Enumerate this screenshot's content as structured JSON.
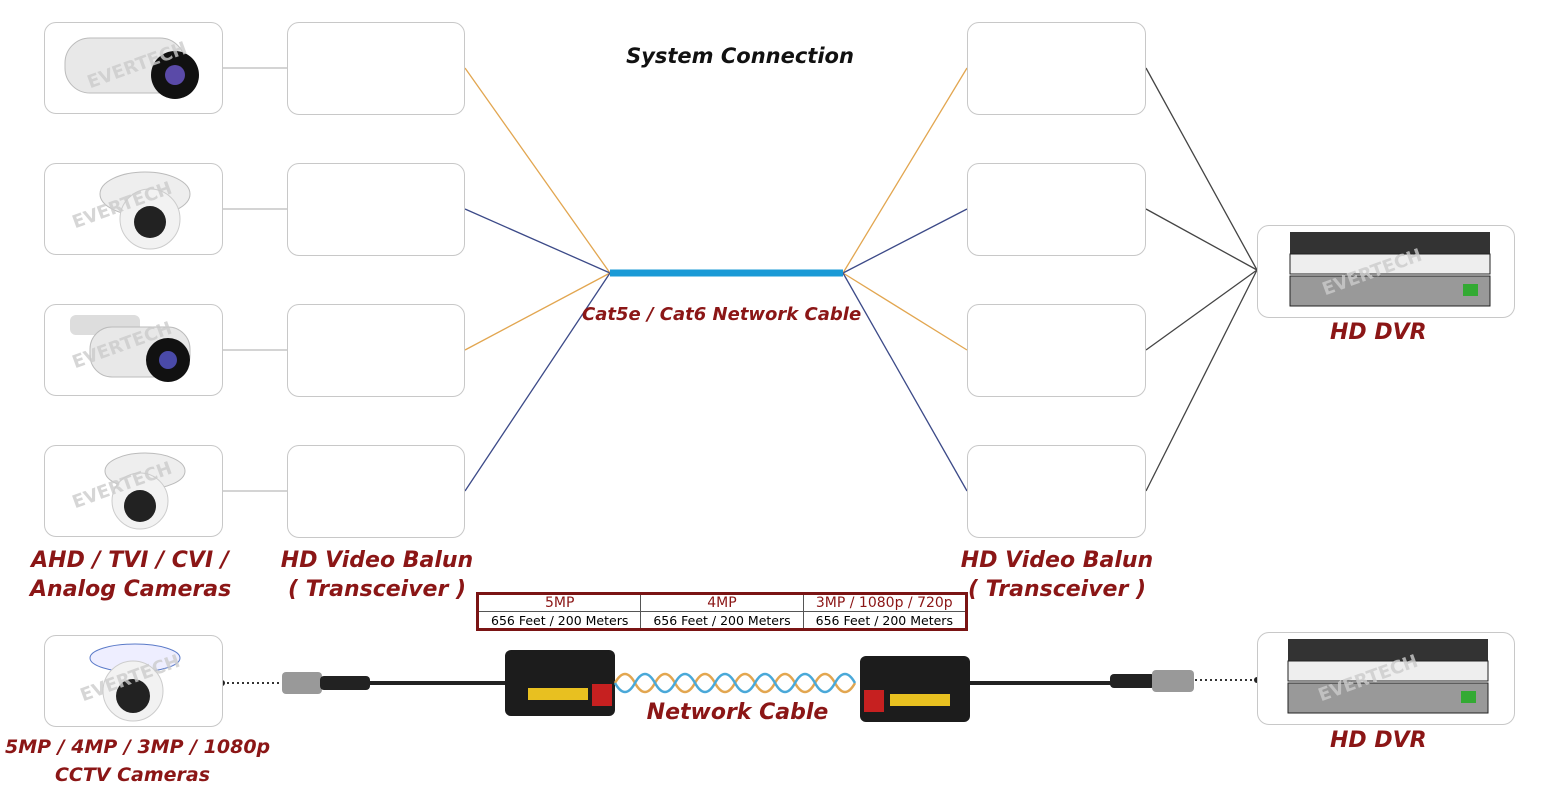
{
  "title": "System Connection",
  "cable_label": "Cat5e / Cat6 Network Cable",
  "left_label": {
    "line1": "AHD / TVI / CVI /",
    "line2": "Analog Cameras"
  },
  "balun_left_label": {
    "line1": "HD Video Balun",
    "line2": "( Transceiver )"
  },
  "balun_right_label": {
    "line1": "HD Video Balun",
    "line2": "( Transceiver )"
  },
  "dvr_label": "HD DVR",
  "dvr_label_bottom": "HD DVR",
  "watermark": "EVERTECH",
  "bottom_camera_label": {
    "line1": "5MP / 4MP / 3MP / 1080p",
    "line2": "CCTV Cameras"
  },
  "network_cable_label": "Network Cable",
  "spec_table": {
    "headers": [
      "5MP",
      "4MP",
      "3MP / 1080p / 720p"
    ],
    "values": [
      "656 Feet / 200 Meters",
      "656 Feet / 200 Meters",
      "656 Feet / 200 Meters"
    ]
  },
  "colors": {
    "label_red": "#8b1616",
    "cable_blue": "#1a9ad6",
    "wire_orange": "#e2a650",
    "wire_navy": "#3c4a88"
  },
  "cameras": [
    "bullet-camera",
    "dome-camera",
    "bullet-camera",
    "dome-camera",
    "dome-camera"
  ]
}
